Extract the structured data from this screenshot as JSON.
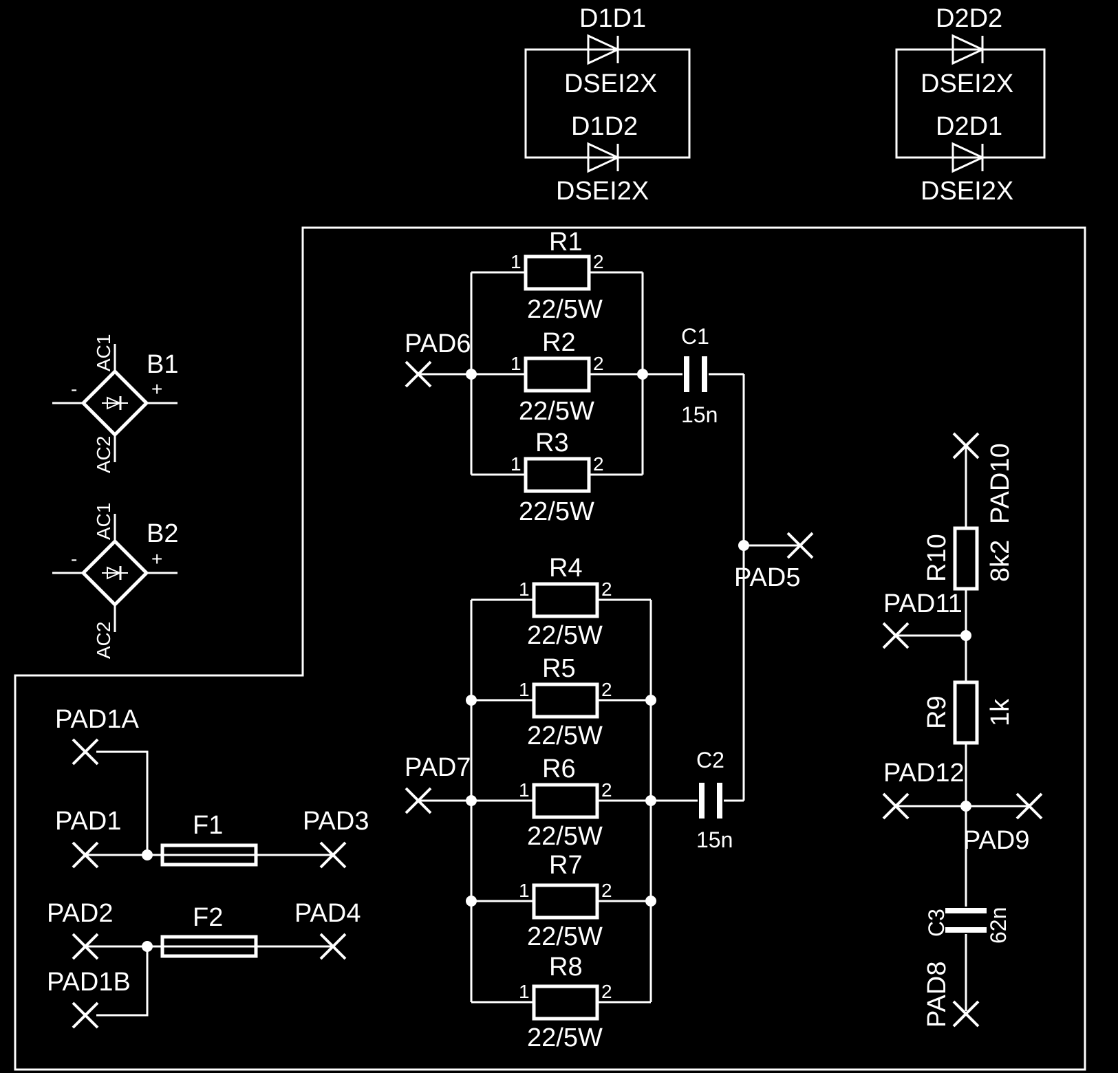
{
  "colors": {
    "background": "#000000",
    "foreground": "#ffffff"
  },
  "diodes": [
    {
      "name": "D1D1",
      "value": "DSEI2X"
    },
    {
      "name": "D1D2",
      "value": "DSEI2X"
    },
    {
      "name": "D2D2",
      "value": "DSEI2X"
    },
    {
      "name": "D2D1",
      "value": "DSEI2X"
    }
  ],
  "bridges": [
    {
      "name": "B1",
      "ac1": "AC1",
      "ac2": "AC2",
      "minus": "-",
      "plus": "+"
    },
    {
      "name": "B2",
      "ac1": "AC1",
      "ac2": "AC2",
      "minus": "-",
      "plus": "+"
    }
  ],
  "resistors": [
    {
      "name": "R1",
      "value": "22/5W",
      "pin1": "1",
      "pin2": "2"
    },
    {
      "name": "R2",
      "value": "22/5W",
      "pin1": "1",
      "pin2": "2"
    },
    {
      "name": "R3",
      "value": "22/5W",
      "pin1": "1",
      "pin2": "2"
    },
    {
      "name": "R4",
      "value": "22/5W",
      "pin1": "1",
      "pin2": "2"
    },
    {
      "name": "R5",
      "value": "22/5W",
      "pin1": "1",
      "pin2": "2"
    },
    {
      "name": "R6",
      "value": "22/5W",
      "pin1": "1",
      "pin2": "2"
    },
    {
      "name": "R7",
      "value": "22/5W",
      "pin1": "1",
      "pin2": "2"
    },
    {
      "name": "R8",
      "value": "22/5W",
      "pin1": "1",
      "pin2": "2"
    },
    {
      "name": "R9",
      "value": "1k"
    },
    {
      "name": "R10",
      "value": "8k2"
    }
  ],
  "capacitors": [
    {
      "name": "C1",
      "value": "15n"
    },
    {
      "name": "C2",
      "value": "15n"
    },
    {
      "name": "C3",
      "value": "62n"
    }
  ],
  "fuses": [
    {
      "name": "F1"
    },
    {
      "name": "F2"
    }
  ],
  "pads": {
    "pad1": "PAD1",
    "pad1a": "PAD1A",
    "pad1b": "PAD1B",
    "pad2": "PAD2",
    "pad3": "PAD3",
    "pad4": "PAD4",
    "pad5": "PAD5",
    "pad6": "PAD6",
    "pad7": "PAD7",
    "pad8": "PAD8",
    "pad9": "PAD9",
    "pad10": "PAD10",
    "pad11": "PAD11",
    "pad12": "PAD12"
  }
}
